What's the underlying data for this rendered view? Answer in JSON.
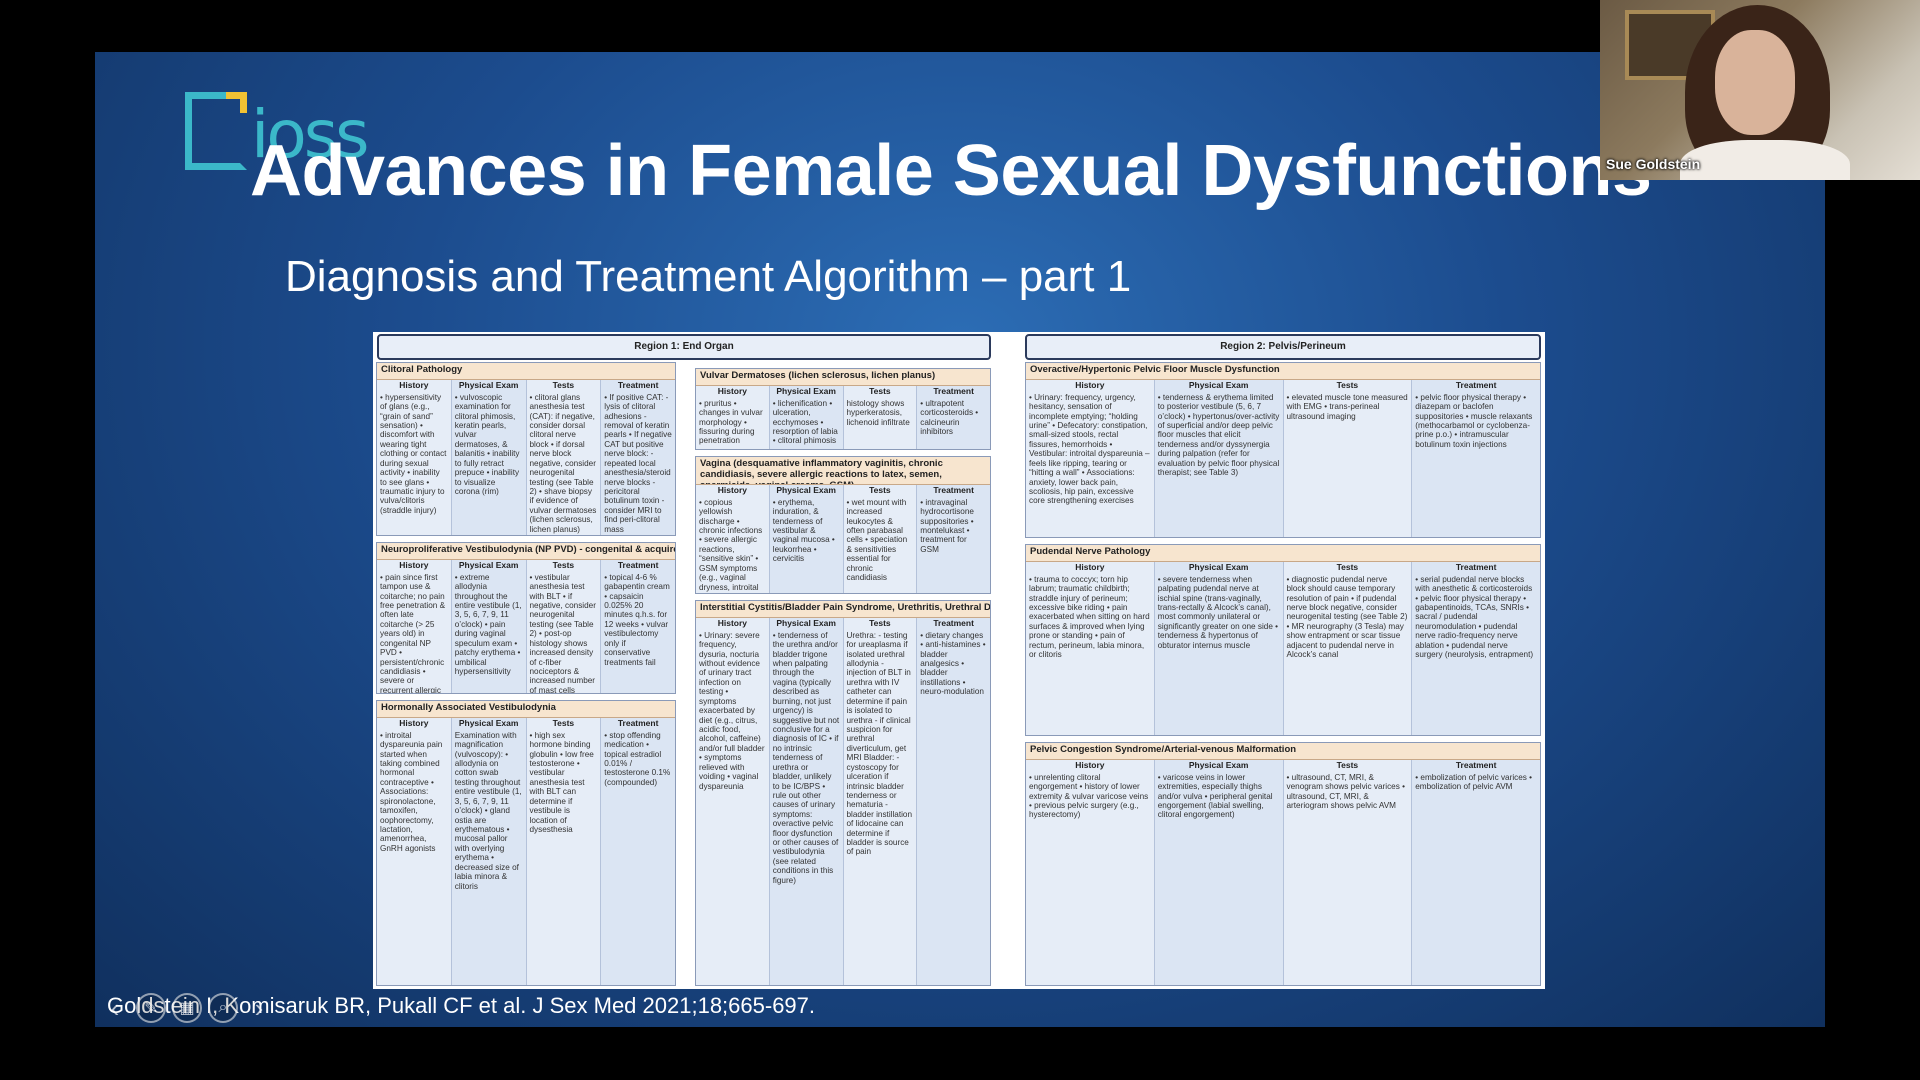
{
  "slide": {
    "logo_text": "ioss",
    "title": "Advances in Female Sexual Dysfunctions",
    "subtitle": "Diagnosis and Treatment Algorithm – part 1",
    "citation": "Goldstein I, Komisaruk BR, Pukall CF et al.  J Sex Med 2021;18;665-697."
  },
  "figure": {
    "region1_header": "Region 1:  End Organ",
    "region2_header": "Region 2:  Pelvis/Perineum",
    "column_headers": {
      "history": "History",
      "exam": "Physical Exam",
      "tests": "Tests",
      "treatment": "Treatment"
    },
    "panels": {
      "clitoral": {
        "title": "Clitoral Pathology",
        "history": "• hypersensitivity of glans (e.g., “grain of sand” sensation) • discomfort with wearing tight clothing or contact during sexual activity • inability to see glans • traumatic injury to vulva/clitoris (straddle injury)",
        "exam": "• vulvoscopic examination for clitoral phimosis, keratin pearls, vulvar dermatoses, & balanitis • inability to fully retract prepuce • inability to visualize corona (rim)",
        "tests": "• clitoral glans anesthesia test (CAT): if negative, consider dorsal clitoral nerve block • if dorsal nerve block negative, consider neurogenital testing (see Table 2) • shave biopsy if evidence of vulvar dermatoses (lichen sclerosus, lichen planus)",
        "treatment": "• If positive CAT: - lysis of clitoral adhesions - removal of keratin pearls • If negative CAT but positive nerve block: - repeated local anesthesia/steroid nerve blocks - pericitoral botulinum toxin - consider MRI to find peri-clitoral mass"
      },
      "vulvar": {
        "title": "Vulvar Dermatoses (lichen sclerosus, lichen planus)",
        "history": "• pruritus • changes in vulvar morphology • fissuring during penetration",
        "exam": "• lichenification • ulceration, ecchymoses • resorption of labia • clitoral phimosis",
        "tests": "histology shows hyperkeratosis, lichenoid infiltrate",
        "treatment": "• ultrapotent corticosteroids • calcineurin inhibitors"
      },
      "vagina": {
        "title": "Vagina (desquamative inflammatory vaginitis, chronic candidiasis, severe allergic reactions to latex, semen, spermicide, vaginal creams, GSM)",
        "history": "• copious yellowish discharge • chronic infections • severe allergic reactions, “sensitive skin” • GSM symptoms (e.g., vaginal dryness, introital dyspareunia)",
        "exam": "• erythema, induration, & tenderness of vestibular & vaginal mucosa • leukorrhea • cervicitis",
        "tests": "• wet mount with increased leukocytes & often parabasal cells • speciation & sensitivities essential for chronic candidiasis",
        "treatment": "• intravaginal hydrocortisone suppositories • montelukast • treatment for GSM"
      },
      "np_pvd": {
        "title": "Neuroproliferative Vestibulodynia (NP PVD) - congenital & acquired",
        "history": "• pain since first tampon use & coitarche; no pain free penetration & often late coitarche (> 25 years old) in congenital NP PVD • persistent/chronic candidiasis • severe or recurrent allergic reactions; may be associated with urticaria, hives, & “sensitive skin” in acquired NP PVD",
        "exam": "• extreme allodynia throughout the entire vestibule (1, 3, 5, 6, 7, 9, 11 o’clock) • pain during vaginal speculum exam • patchy erythema • umbilical hypersensitivity",
        "tests": "• vestibular anesthesia test with BLT • if negative, consider neurogenital testing (see Table 2) • post-op histology shows increased density of c-fiber nociceptors & increased number of mast cells",
        "treatment": "• topical 4-6 % gabapentin cream • capsaicin 0.025% 20 minutes q.h.s. for 12 weeks • vulvar vestibulectomy only if conservative treatments fail"
      },
      "ic_bps": {
        "title": "Interstitial Cystitis/Bladder Pain Syndrome, Urethritis, Urethral Diverticulum",
        "history": "• Urinary: severe frequency, dysuria, nocturia without evidence of urinary tract infection on testing • symptoms exacerbated by diet (e.g., citrus, acidic food, alcohol, caffeine) and/or full bladder • symptoms relieved with voiding • vaginal dyspareunia",
        "exam": "• tenderness of the urethra and/or bladder trigone when palpating through the vagina (typically described as burning, not just urgency) is suggestive but not conclusive for a diagnosis of IC • if no intrinsic tenderness of urethra or bladder, unlikely to be IC/BPS • rule out other causes of urinary symptoms: overactive pelvic floor dysfunction or other causes of vestibulodynia (see related conditions in this figure)",
        "tests": "Urethra: - testing for ureaplasma if isolated urethral allodynia - injection of BLT in urethra with IV catheter can determine if pain is isolated to urethra - if clinical suspicion for urethral diverticulum, get MRI Bladder: - cystoscopy for ulceration if intrinsic bladder tenderness or hematuria - bladder instillation of lidocaine can determine if bladder is source of pain",
        "treatment": "• dietary changes • anti-histamines • bladder analgesics • bladder instillations • neuro-modulation"
      },
      "hormonal": {
        "title": "Hormonally Associated Vestibulodynia",
        "history": "• introital dyspareunia pain started when taking combined hormonal contraceptive • Associations: spironolactone, tamoxifen, oophorectomy, lactation, amenorrhea, GnRH agonists",
        "exam": "Examination with magnification (vulvoscopy): • allodynia on cotton swab testing throughout entire vestibule (1, 3, 5, 6, 7, 9, 11 o’clock) • gland ostia are erythematous • mucosal pallor with overlying erythema • decreased size of labia minora & clitoris",
        "tests": "• high sex hormone binding globulin • low free testosterone • vestibular anesthesia test with BLT can determine if vestibule is location of dysesthesia",
        "treatment": "• stop offending medication • topical estradiol 0.01% / testosterone 0.1% (compounded)"
      },
      "overactive": {
        "title": "Overactive/Hypertonic Pelvic Floor Muscle Dysfunction",
        "history": "• Urinary: frequency, urgency, hesitancy, sensation of incomplete emptying; “holding urine” • Defecatory: constipation, small-sized stools, rectal fissures, hemorrhoids • Vestibular: introital dyspareunia – feels like ripping, tearing or “hitting a wall” • Associations: anxiety, lower back pain, scoliosis, hip pain, excessive core strengthening exercises",
        "exam": "• tenderness & erythema limited to posterior vestibule (5, 6, 7 o’clock) • hypertonus/over-activity of superficial and/or deep pelvic floor muscles that elicit tenderness and/or dyssynergia during palpation (refer for evaluation by pelvic floor physical therapist; see Table 3)",
        "tests": "• elevated muscle tone measured with EMG • trans-perineal ultrasound imaging",
        "treatment": "• pelvic floor physical therapy • diazepam or baclofen suppositories • muscle relaxants (methocarbamol or cyclobenza-prine p.o.) • intramuscular botulinum toxin injections"
      },
      "pudendal": {
        "title": "Pudendal Nerve Pathology",
        "history": "• trauma to coccyx; torn hip labrum; traumatic childbirth; straddle injury of perineum; excessive bike riding • pain exacerbated when sitting on hard surfaces & improved when lying prone or standing • pain of rectum, perineum, labia minora, or clitoris",
        "exam": "• severe tenderness when palpating pudendal nerve at ischial spine (trans-vaginally, trans-rectally & Alcock’s canal), most commonly unilateral or significantly greater on one side • tenderness & hypertonus of obturator internus muscle",
        "tests": "• diagnostic pudendal nerve block should cause temporary resolution of pain • if pudendal nerve block negative, consider neurogenital testing (see Table 2) • MR neurography (3 Tesla) may show entrapment or scar tissue adjacent to pudendal nerve in Alcock’s canal",
        "treatment": "• serial pudendal nerve blocks with anesthetic & corticosteroids • pelvic floor physical therapy • gabapentinoids, TCAs, SNRIs • sacral / pudendal neuromodulation • pudendal nerve radio-frequency nerve ablation • pudendal nerve surgery (neurolysis, entrapment)"
      },
      "pelvic_congestion": {
        "title": "Pelvic Congestion Syndrome/Arterial-venous Malformation",
        "history": "• unrelenting clitoral engorgement • history of lower extremity & vulvar varicose veins • previous pelvic surgery (e.g., hysterectomy)",
        "exam": "• varicose veins in lower extremities, especially thighs and/or vulva • peripheral genital engorgement (labial swelling, clitoral engorgement)",
        "tests": "• ultrasound, CT, MRI, & venogram shows pelvic varices • ultrasound, CT, MRI, & arteriogram shows pelvic AVM",
        "treatment": "• embolization of pelvic varices • embolization of pelvic AVM"
      }
    }
  },
  "webcam": {
    "participant_name": "Sue Goldstein"
  },
  "toolbar": {
    "prev_icon": "‹",
    "pen_icon": "✎",
    "grid_icon": "▦",
    "zoom_icon": "⌕",
    "next_icon": "›"
  }
}
